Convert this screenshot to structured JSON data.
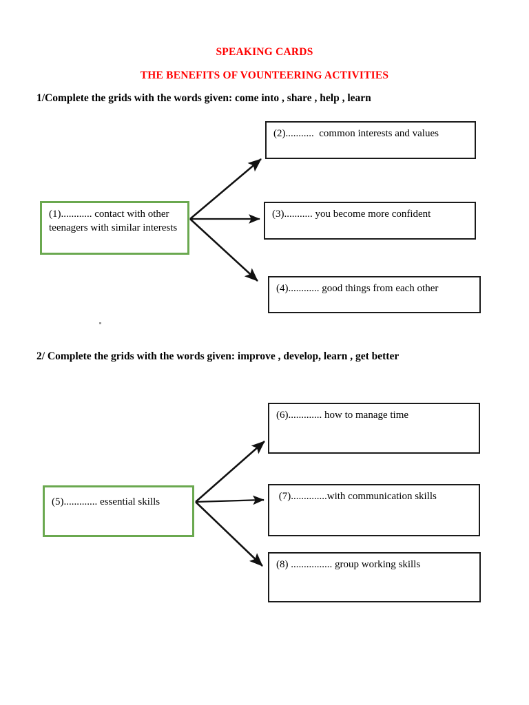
{
  "document": {
    "title_main": "SPEAKING CARDS",
    "title_sub": "THE BENEFITS OF VOUNTEERING ACTIVITIES",
    "title_color": "#ff0000",
    "accent_green": "#6aa84f",
    "border_black": "#1a1a1a"
  },
  "sections": [
    {
      "heading": "1/Complete the grids with the words given: come into , share , help , learn",
      "source_box": {
        "id": "1",
        "text": "(1)............ contact with other teenagers with similar interests",
        "style": "green"
      },
      "target_boxes": [
        {
          "id": "2",
          "text": "(2)...........  common interests and values",
          "style": "black"
        },
        {
          "id": "3",
          "text": "(3)........... you become more confident",
          "style": "black"
        },
        {
          "id": "4",
          "text": "(4)............ good things from each other",
          "style": "black"
        }
      ],
      "arrows": 3
    },
    {
      "heading": "2/ Complete the grids with the words given: improve , develop,  learn , get better",
      "source_box": {
        "id": "5",
        "text": "(5)............. essential skills",
        "style": "green"
      },
      "target_boxes": [
        {
          "id": "6",
          "text": "(6)............. how to manage time",
          "style": "black"
        },
        {
          "id": "7",
          "text": " (7)..............with communication skills",
          "style": "black"
        },
        {
          "id": "8",
          "text": "(8) ................ group working skills",
          "style": "black"
        }
      ],
      "arrows": 3
    }
  ]
}
